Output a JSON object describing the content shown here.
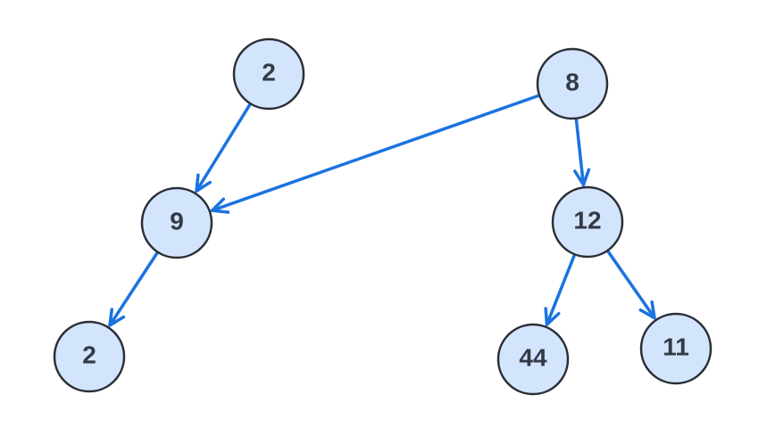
{
  "nodes": {
    "a": {
      "label": "2"
    },
    "b": {
      "label": "8"
    },
    "c": {
      "label": "9"
    },
    "d": {
      "label": "12"
    },
    "e": {
      "label": "2"
    },
    "f": {
      "label": "44"
    },
    "g": {
      "label": "11"
    }
  },
  "edges": [
    {
      "from": "a",
      "to": "c"
    },
    {
      "from": "b",
      "to": "c"
    },
    {
      "from": "b",
      "to": "d"
    },
    {
      "from": "c",
      "to": "e"
    },
    {
      "from": "d",
      "to": "f"
    },
    {
      "from": "d",
      "to": "g"
    }
  ],
  "colors": {
    "node_fill": "#d3e5fd",
    "node_stroke": "#2b2f36",
    "edge": "#1a73e0",
    "label": "#333a45"
  }
}
